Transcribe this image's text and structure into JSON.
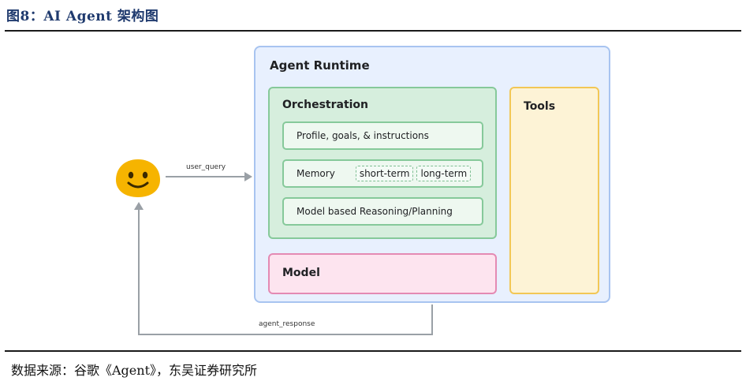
{
  "figure": {
    "title": "图8：AI Agent 架构图",
    "source": "数据来源：谷歌《Agent》，东吴证券研究所"
  },
  "diagram": {
    "runtime_title": "Agent Runtime",
    "orchestration": {
      "title": "Orchestration",
      "items": [
        {
          "label": "Profile, goals, & instructions"
        },
        {
          "label": "Memory",
          "chips": [
            "short-term",
            "long-term"
          ]
        },
        {
          "label": "Model based Reasoning/Planning"
        }
      ]
    },
    "model_title": "Model",
    "tools_title": "Tools",
    "edges": {
      "user_query": "user_query",
      "agent_response": "agent_response"
    },
    "user_icon": "smiley-face-icon"
  },
  "colors": {
    "runtime_fill": "#e8f0fe",
    "runtime_border": "#a8c4f0",
    "orchestration_fill": "#d6eedd",
    "orchestration_border": "#86c99a",
    "model_fill": "#fde4ef",
    "model_border": "#e48ab3",
    "tools_fill": "#fdf3d6",
    "tools_border": "#f2c756",
    "title_color": "#1f3a6e",
    "user_icon": "#f6b400"
  }
}
